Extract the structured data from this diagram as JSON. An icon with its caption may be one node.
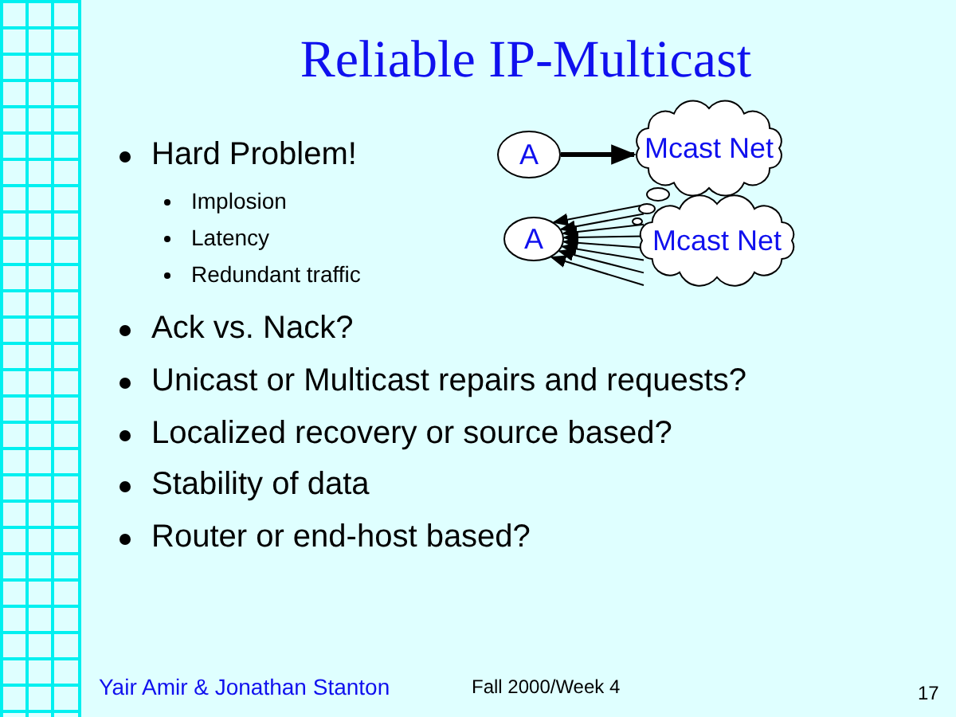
{
  "diagram": {
    "title": "Reliable IP-Multicast",
    "nodes": [
      {
        "text": [
          "A"
        ]
      },
      {
        "text": [
          "Mcast Net"
        ]
      },
      {
        "text": [
          "A"
        ]
      },
      {
        "text": [
          "Mcast Net"
        ]
      }
    ],
    "edges": [
      {
        "from": 0,
        "to": 1,
        "arrow": "to",
        "style": "thick"
      },
      {
        "from": 3,
        "to": 2,
        "arrow": "to"
      },
      {
        "from": 3,
        "to": 2,
        "arrow": "to"
      },
      {
        "from": 3,
        "to": 2,
        "arrow": "to"
      },
      {
        "from": 3,
        "to": 2,
        "arrow": "to"
      },
      {
        "from": 3,
        "to": 2,
        "arrow": "to"
      },
      {
        "from": 3,
        "to": 2,
        "arrow": "to"
      },
      {
        "from": 3,
        "to": 2,
        "arrow": "to"
      },
      {
        "from": 3,
        "to": 2,
        "arrow": "to"
      }
    ],
    "labels": [
      "Hard Problem!",
      "Implosion",
      "Latency",
      "Redundant traffic",
      "Ack vs. Nack?",
      "Unicast or Multicast repairs and requests?",
      "Localized recovery or source based?",
      "Stability of data",
      "Router or end-host based?",
      "Yair Amir & Jonathan Stanton",
      "Fall 2000/Week 4",
      "17"
    ]
  }
}
